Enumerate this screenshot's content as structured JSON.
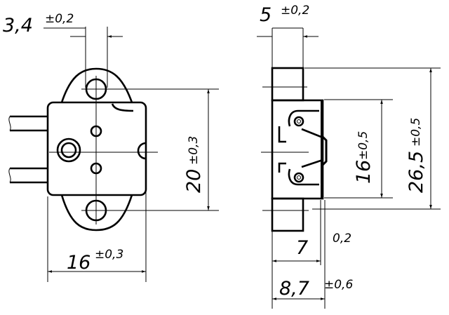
{
  "front_view": {
    "hole_spacing": {
      "value": "3,4",
      "tolerance": "±0,2"
    },
    "height": {
      "value": "20",
      "tolerance": "±0,3"
    },
    "width": {
      "value": "16",
      "tolerance": "±0,3"
    }
  },
  "side_view": {
    "tab_width": {
      "value": "5",
      "tolerance": "±0,2"
    },
    "inner_height": {
      "value": "16",
      "tolerance": "±0,5"
    },
    "overall_height": {
      "value": "26,5",
      "tolerance": "±0,5"
    },
    "depth": {
      "value": "7",
      "tolerance": "0,2"
    },
    "overall_depth": {
      "value": "8,7",
      "tolerance": "±0,6"
    }
  }
}
